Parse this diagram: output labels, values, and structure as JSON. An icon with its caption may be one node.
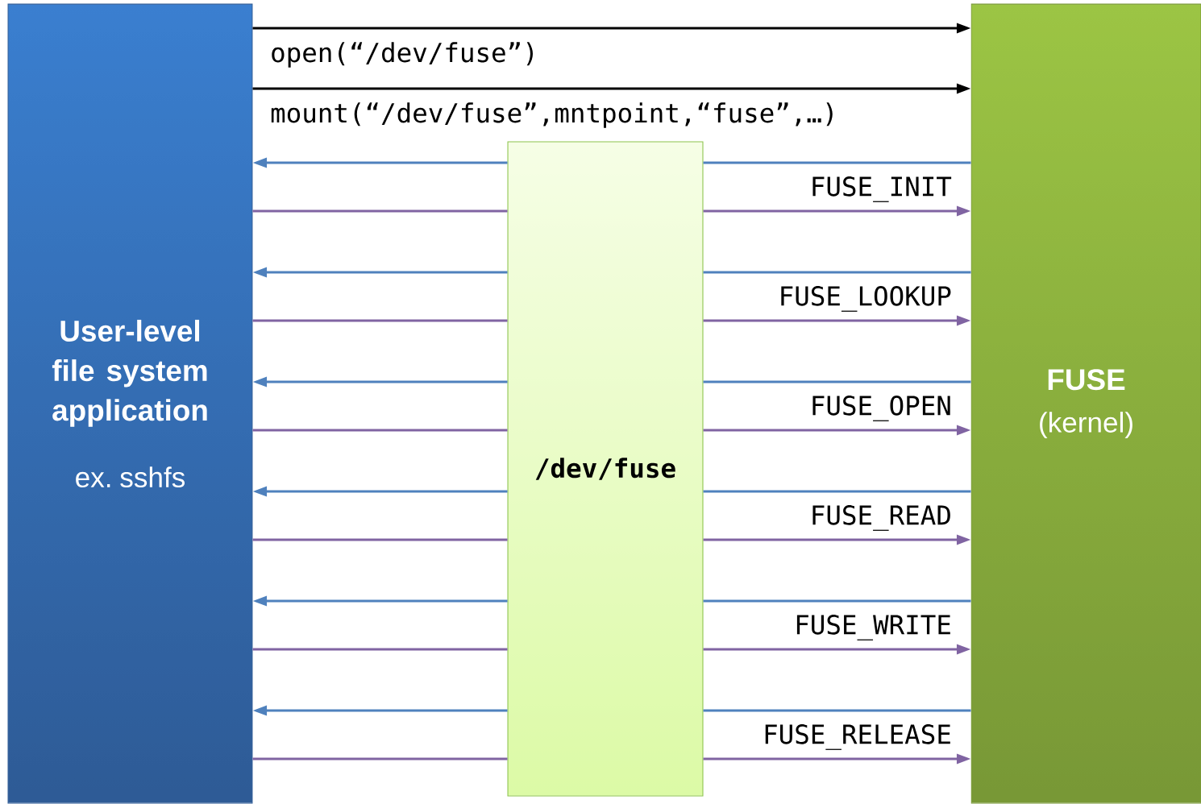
{
  "diagram": {
    "nodes": [
      {
        "text": [
          "User-level file system application",
          "ex. sshfs"
        ]
      },
      {
        "text": [
          "FUSE",
          "(kernel)"
        ]
      },
      {
        "text": [
          "/dev/fuse"
        ]
      }
    ],
    "edges": [
      {
        "from": 0,
        "to": 1,
        "arrow": "to",
        "color": "#000000",
        "label": "open(“/dev/fuse”)"
      },
      {
        "from": 0,
        "to": 1,
        "arrow": "to",
        "color": "#000000",
        "label": "mount(“/dev/fuse”,mntpoint,“fuse”,…)"
      },
      {
        "from": 1,
        "to": 2,
        "arrow": "none",
        "color": "#4f81bd"
      },
      {
        "from": 2,
        "to": 0,
        "arrow": "to",
        "color": "#4f81bd"
      },
      {
        "from": 0,
        "to": 2,
        "arrow": "none",
        "color": "#8064a2"
      },
      {
        "from": 2,
        "to": 1,
        "arrow": "to",
        "color": "#8064a2",
        "label": "FUSE_INIT"
      },
      {
        "from": 1,
        "to": 2,
        "arrow": "none",
        "color": "#4f81bd"
      },
      {
        "from": 2,
        "to": 0,
        "arrow": "to",
        "color": "#4f81bd"
      },
      {
        "from": 0,
        "to": 2,
        "arrow": "none",
        "color": "#8064a2"
      },
      {
        "from": 2,
        "to": 1,
        "arrow": "to",
        "color": "#8064a2",
        "label": "FUSE_LOOKUP"
      },
      {
        "from": 1,
        "to": 2,
        "arrow": "none",
        "color": "#4f81bd"
      },
      {
        "from": 2,
        "to": 0,
        "arrow": "to",
        "color": "#4f81bd"
      },
      {
        "from": 0,
        "to": 2,
        "arrow": "none",
        "color": "#8064a2"
      },
      {
        "from": 2,
        "to": 1,
        "arrow": "to",
        "color": "#8064a2",
        "label": "FUSE_OPEN"
      },
      {
        "from": 1,
        "to": 2,
        "arrow": "none",
        "color": "#4f81bd"
      },
      {
        "from": 2,
        "to": 0,
        "arrow": "to",
        "color": "#4f81bd"
      },
      {
        "from": 0,
        "to": 2,
        "arrow": "none",
        "color": "#8064a2"
      },
      {
        "from": 2,
        "to": 1,
        "arrow": "to",
        "color": "#8064a2",
        "label": "FUSE_READ"
      },
      {
        "from": 1,
        "to": 2,
        "arrow": "none",
        "color": "#4f81bd"
      },
      {
        "from": 2,
        "to": 0,
        "arrow": "to",
        "color": "#4f81bd"
      },
      {
        "from": 0,
        "to": 2,
        "arrow": "none",
        "color": "#8064a2"
      },
      {
        "from": 2,
        "to": 1,
        "arrow": "to",
        "color": "#8064a2",
        "label": "FUSE_WRITE"
      },
      {
        "from": 1,
        "to": 2,
        "arrow": "none",
        "color": "#4f81bd"
      },
      {
        "from": 2,
        "to": 0,
        "arrow": "to",
        "color": "#4f81bd"
      },
      {
        "from": 0,
        "to": 2,
        "arrow": "none",
        "color": "#8064a2"
      },
      {
        "from": 2,
        "to": 1,
        "arrow": "to",
        "color": "#8064a2",
        "label": "FUSE_RELEASE"
      }
    ]
  }
}
